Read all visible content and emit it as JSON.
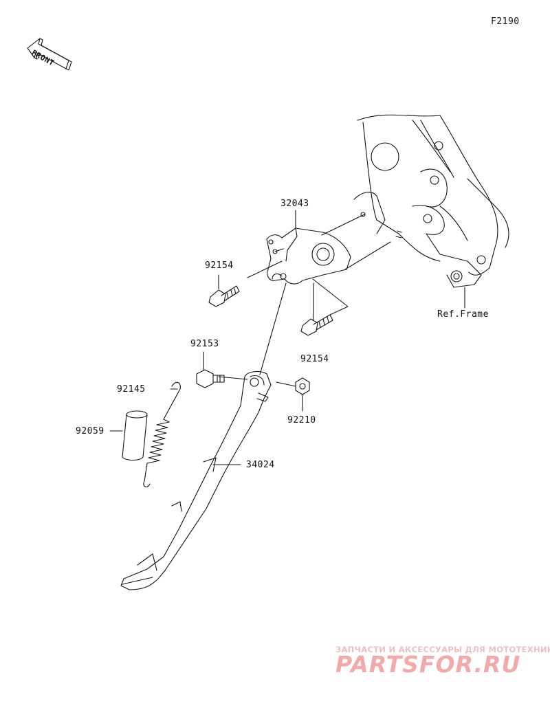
{
  "diagram_code": "F2190",
  "front_indicator": "FRONT",
  "parts": {
    "bracket": "32043",
    "bolt_upper": "92154",
    "bolt_lower": "92154",
    "pivot_bolt": "92153",
    "spring": "92145",
    "sleeve": "92059",
    "nut": "92210",
    "side_stand": "34024"
  },
  "reference_frame": "Ref.Frame",
  "watermark": {
    "tagline": "ЗАПЧАСТИ И АКСЕССУАРЫ ДЛЯ МОТОТЕХНИКИ",
    "logo": "PARTSFOR.RU"
  }
}
